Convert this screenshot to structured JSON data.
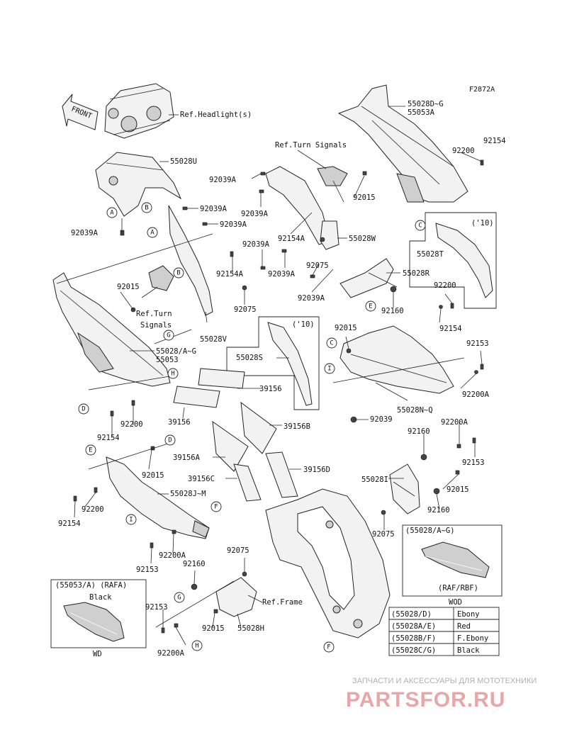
{
  "figure_code": "F2872A",
  "front_label": "FRONT",
  "labels": [
    {
      "id": "l01",
      "text": "Ref.Headlight(s)"
    },
    {
      "id": "l02",
      "text": "55028U"
    },
    {
      "id": "l03",
      "text": "92039A"
    },
    {
      "id": "l04",
      "text": "92039A"
    },
    {
      "id": "l05",
      "text": "92039A"
    },
    {
      "id": "l06",
      "text": "55028D~G"
    },
    {
      "id": "l07",
      "text": "55053A"
    },
    {
      "id": "l08",
      "text": "Ref.Turn Signals"
    },
    {
      "id": "l09",
      "text": "92154"
    },
    {
      "id": "l10",
      "text": "92200"
    },
    {
      "id": "l11",
      "text": "92039A"
    },
    {
      "id": "l12",
      "text": "92039A"
    },
    {
      "id": "l13",
      "text": "92015"
    },
    {
      "id": "l14",
      "text": "92154A"
    },
    {
      "id": "l15",
      "text": "55028W"
    },
    {
      "id": "l16",
      "text": "('10)"
    },
    {
      "id": "l17",
      "text": "55028T"
    },
    {
      "id": "l18",
      "text": "92039A"
    },
    {
      "id": "l19",
      "text": "92154A"
    },
    {
      "id": "l20",
      "text": "92039A"
    },
    {
      "id": "l21",
      "text": "92075"
    },
    {
      "id": "l22",
      "text": "55028R"
    },
    {
      "id": "l23",
      "text": "92039A"
    },
    {
      "id": "l24",
      "text": "92015"
    },
    {
      "id": "l25",
      "text": "Ref.Turn"
    },
    {
      "id": "l26",
      "text": "Signals"
    },
    {
      "id": "l27",
      "text": "92075"
    },
    {
      "id": "l28",
      "text": "92160"
    },
    {
      "id": "l29",
      "text": "92200"
    },
    {
      "id": "l30",
      "text": "92154"
    },
    {
      "id": "l31",
      "text": "55028V"
    },
    {
      "id": "l32",
      "text": "('10)"
    },
    {
      "id": "l33",
      "text": "92015"
    },
    {
      "id": "l34",
      "text": "55028/A~G"
    },
    {
      "id": "l35",
      "text": "55053"
    },
    {
      "id": "l36",
      "text": "55028S"
    },
    {
      "id": "l37",
      "text": "92153"
    },
    {
      "id": "l38",
      "text": "92200A"
    },
    {
      "id": "l39",
      "text": "39156"
    },
    {
      "id": "l40",
      "text": "55028N~Q"
    },
    {
      "id": "l41",
      "text": "92200"
    },
    {
      "id": "l42",
      "text": "92154"
    },
    {
      "id": "l43",
      "text": "39156"
    },
    {
      "id": "l44",
      "text": "39156B"
    },
    {
      "id": "l45",
      "text": "92039"
    },
    {
      "id": "l46",
      "text": "92160"
    },
    {
      "id": "l47",
      "text": "92200A"
    },
    {
      "id": "l48",
      "text": "39156A"
    },
    {
      "id": "l49",
      "text": "92015"
    },
    {
      "id": "l50",
      "text": "39156C"
    },
    {
      "id": "l51",
      "text": "39156D"
    },
    {
      "id": "l52",
      "text": "92153"
    },
    {
      "id": "l53",
      "text": "55028I"
    },
    {
      "id": "l54",
      "text": "92015"
    },
    {
      "id": "l55",
      "text": "55028J~M"
    },
    {
      "id": "l56",
      "text": "92200"
    },
    {
      "id": "l57",
      "text": "92154"
    },
    {
      "id": "l58",
      "text": "92160"
    },
    {
      "id": "l59",
      "text": "92075"
    },
    {
      "id": "l60",
      "text": "92200A"
    },
    {
      "id": "l61",
      "text": "92153"
    },
    {
      "id": "l62",
      "text": "92075"
    },
    {
      "id": "l63",
      "text": "92160"
    },
    {
      "id": "l64",
      "text": "(55028/A~G)"
    },
    {
      "id": "l65",
      "text": "(RAF/RBF)"
    },
    {
      "id": "l66",
      "text": "WOD"
    },
    {
      "id": "l67",
      "text": "(55053/A)  (RAFA)"
    },
    {
      "id": "l68",
      "text": "Black"
    },
    {
      "id": "l69",
      "text": "Ref.Frame"
    },
    {
      "id": "l70",
      "text": "92153"
    },
    {
      "id": "l71",
      "text": "92015"
    },
    {
      "id": "l72",
      "text": "55028H"
    },
    {
      "id": "l73",
      "text": "92200A"
    },
    {
      "id": "l74",
      "text": "WD"
    }
  ],
  "callouts": [
    {
      "id": "c01",
      "text": "A"
    },
    {
      "id": "c02",
      "text": "B"
    },
    {
      "id": "c03",
      "text": "A"
    },
    {
      "id": "c04",
      "text": "B"
    },
    {
      "id": "c05",
      "text": "C"
    },
    {
      "id": "c06",
      "text": "E"
    },
    {
      "id": "c07",
      "text": "G"
    },
    {
      "id": "c08",
      "text": "H"
    },
    {
      "id": "c09",
      "text": "D"
    },
    {
      "id": "c10",
      "text": "C"
    },
    {
      "id": "c11",
      "text": "I"
    },
    {
      "id": "c12",
      "text": "D"
    },
    {
      "id": "c13",
      "text": "E"
    },
    {
      "id": "c14",
      "text": "I"
    },
    {
      "id": "c15",
      "text": "F"
    },
    {
      "id": "c16",
      "text": "G"
    },
    {
      "id": "c17",
      "text": "H"
    },
    {
      "id": "c18",
      "text": "F"
    }
  ],
  "color_table": [
    {
      "code": "(55028/D)",
      "color": "Ebony"
    },
    {
      "code": "(55028A/E)",
      "color": "Red"
    },
    {
      "code": "(55028B/F)",
      "color": "F.Ebony"
    },
    {
      "code": "(55028C/G)",
      "color": "Black"
    }
  ],
  "watermark": {
    "tagline": "ЗАПЧАСТИ И АКСЕССУАРЫ ДЛЯ МОТОТЕХНИКИ",
    "brand": "PARTSFOR.RU",
    "brand_color": "#e7a7a7"
  }
}
